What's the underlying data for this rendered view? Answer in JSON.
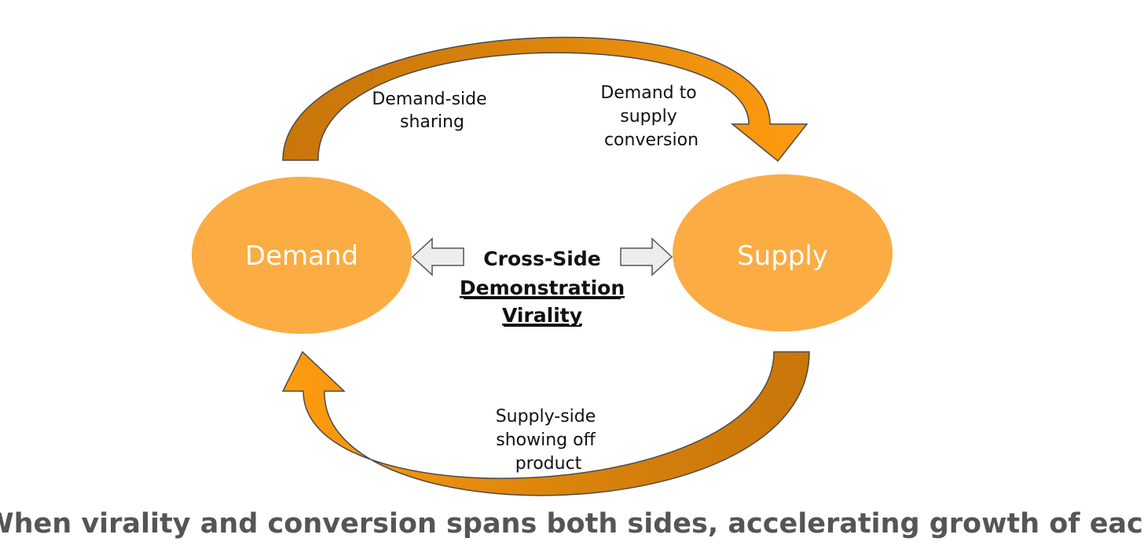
{
  "nodes": {
    "demand": {
      "label": "Demand"
    },
    "supply": {
      "label": "Supply"
    }
  },
  "arcs": {
    "demand_side_sharing": {
      "lines": [
        "Demand-side",
        "sharing"
      ]
    },
    "demand_to_supply": {
      "lines": [
        "Demand to",
        "supply",
        "conversion"
      ]
    },
    "supply_side_showing": {
      "lines": [
        "Supply-side",
        "showing off",
        "product"
      ]
    }
  },
  "center": {
    "line1": "Cross-Side",
    "line2": "Demonstration",
    "line3": "Virality"
  },
  "caption": "When virality and conversion spans both sides, accelerating growth of each.",
  "colors": {
    "node_fill": "#FBAC43",
    "arrow_dark": "#C8750A",
    "arrow_light": "#FF9C0F",
    "arrow_stroke": "#4a4a4a",
    "block_arrow_fill": "#EDEDED",
    "block_arrow_stroke": "#555555",
    "caption_color": "#555555"
  }
}
